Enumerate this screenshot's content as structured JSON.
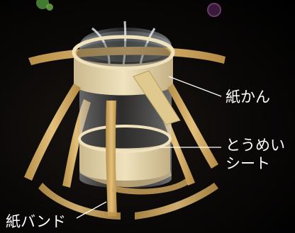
{
  "labels": {
    "paper_can": "紙かん",
    "clear_sheet_line1": "とうめい",
    "clear_sheet_line2": "シート",
    "paper_band": "紙バンド"
  },
  "colors": {
    "background": "#050505",
    "paper": "#e3d2a6",
    "paper_shadow": "#b9a377",
    "band": "#d9b36a",
    "band_dark": "#a9813e",
    "clear_sheet": "#cfd3d6",
    "text": "#ffffff",
    "leader_line": "#ffffff"
  }
}
